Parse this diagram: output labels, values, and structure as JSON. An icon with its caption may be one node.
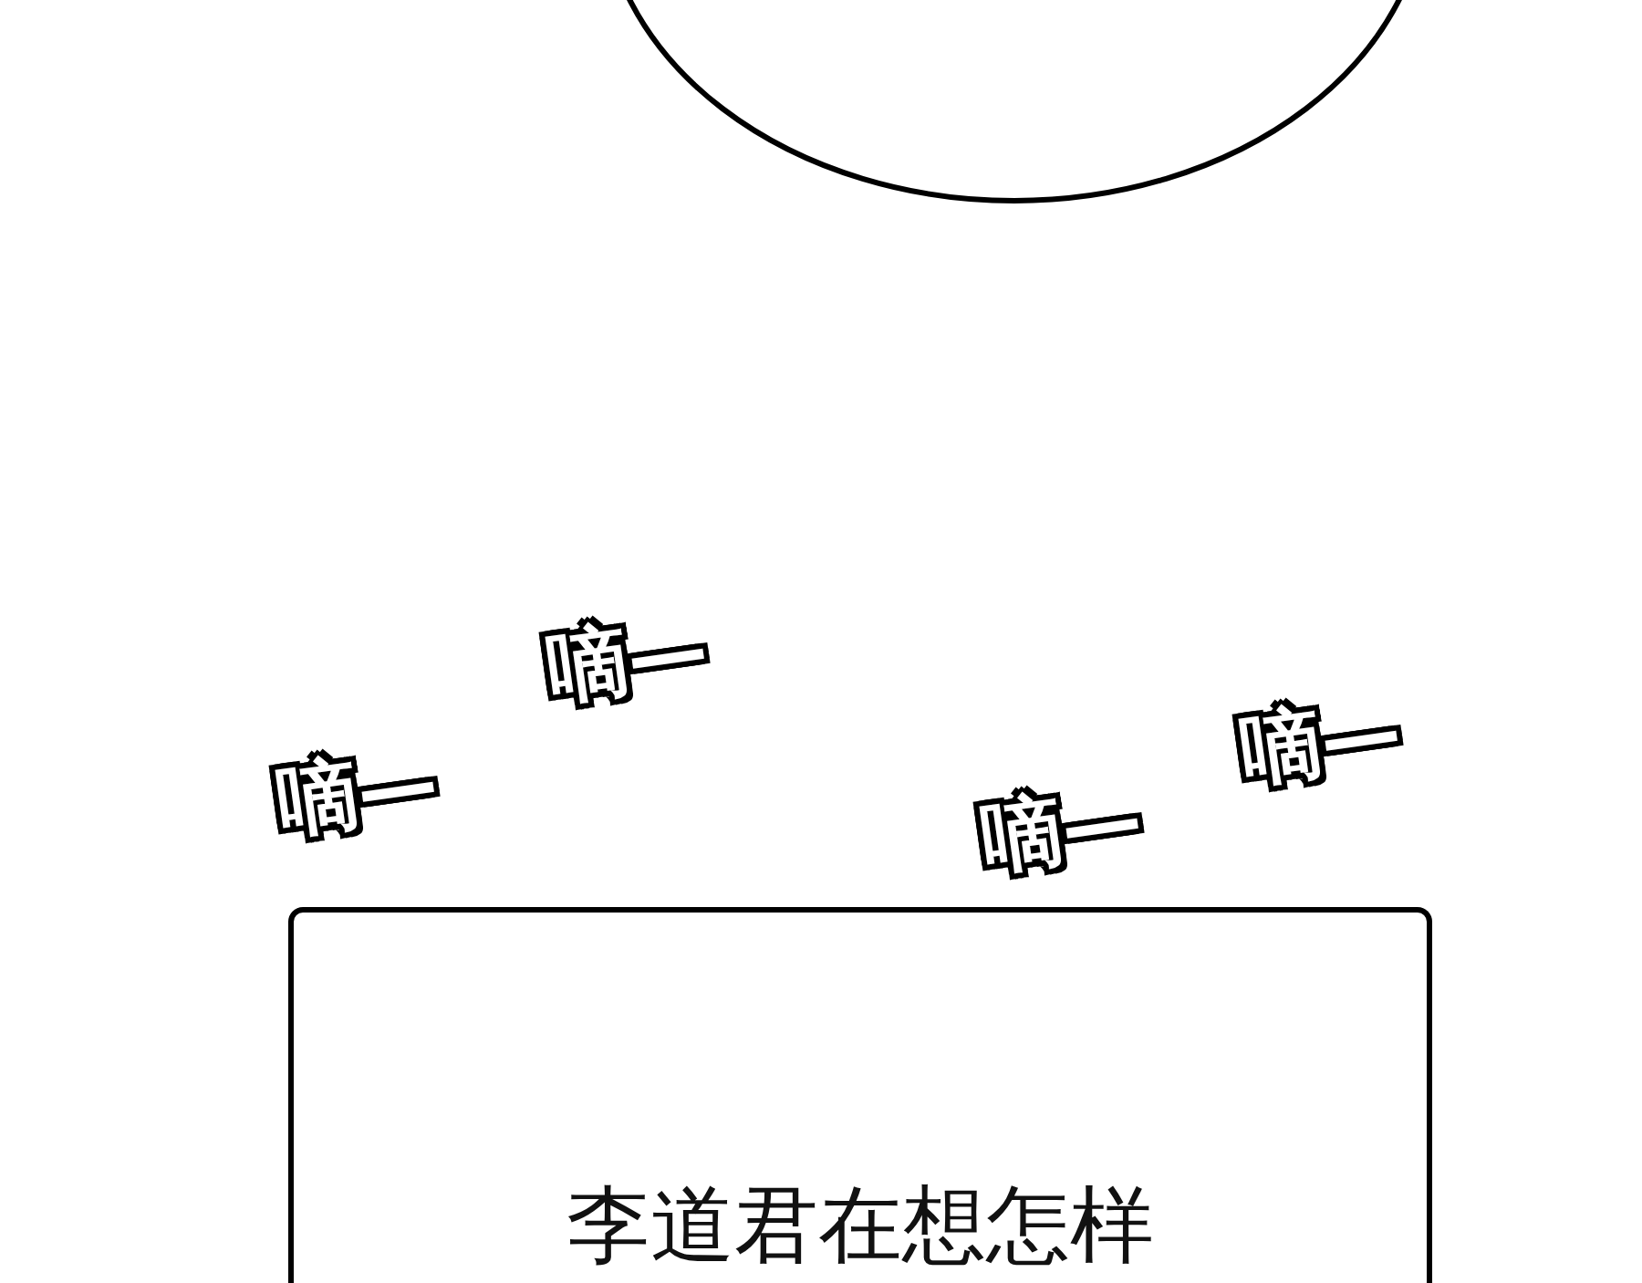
{
  "diagram": {
    "nodes": [
      {
        "text": [],
        "shape": "circle"
      },
      {
        "text": [
          "李道君在想怎样"
        ]
      }
    ],
    "edges": [],
    "labels": [
      "嘀—",
      "嘀—",
      "嘀—",
      "嘀—"
    ]
  }
}
